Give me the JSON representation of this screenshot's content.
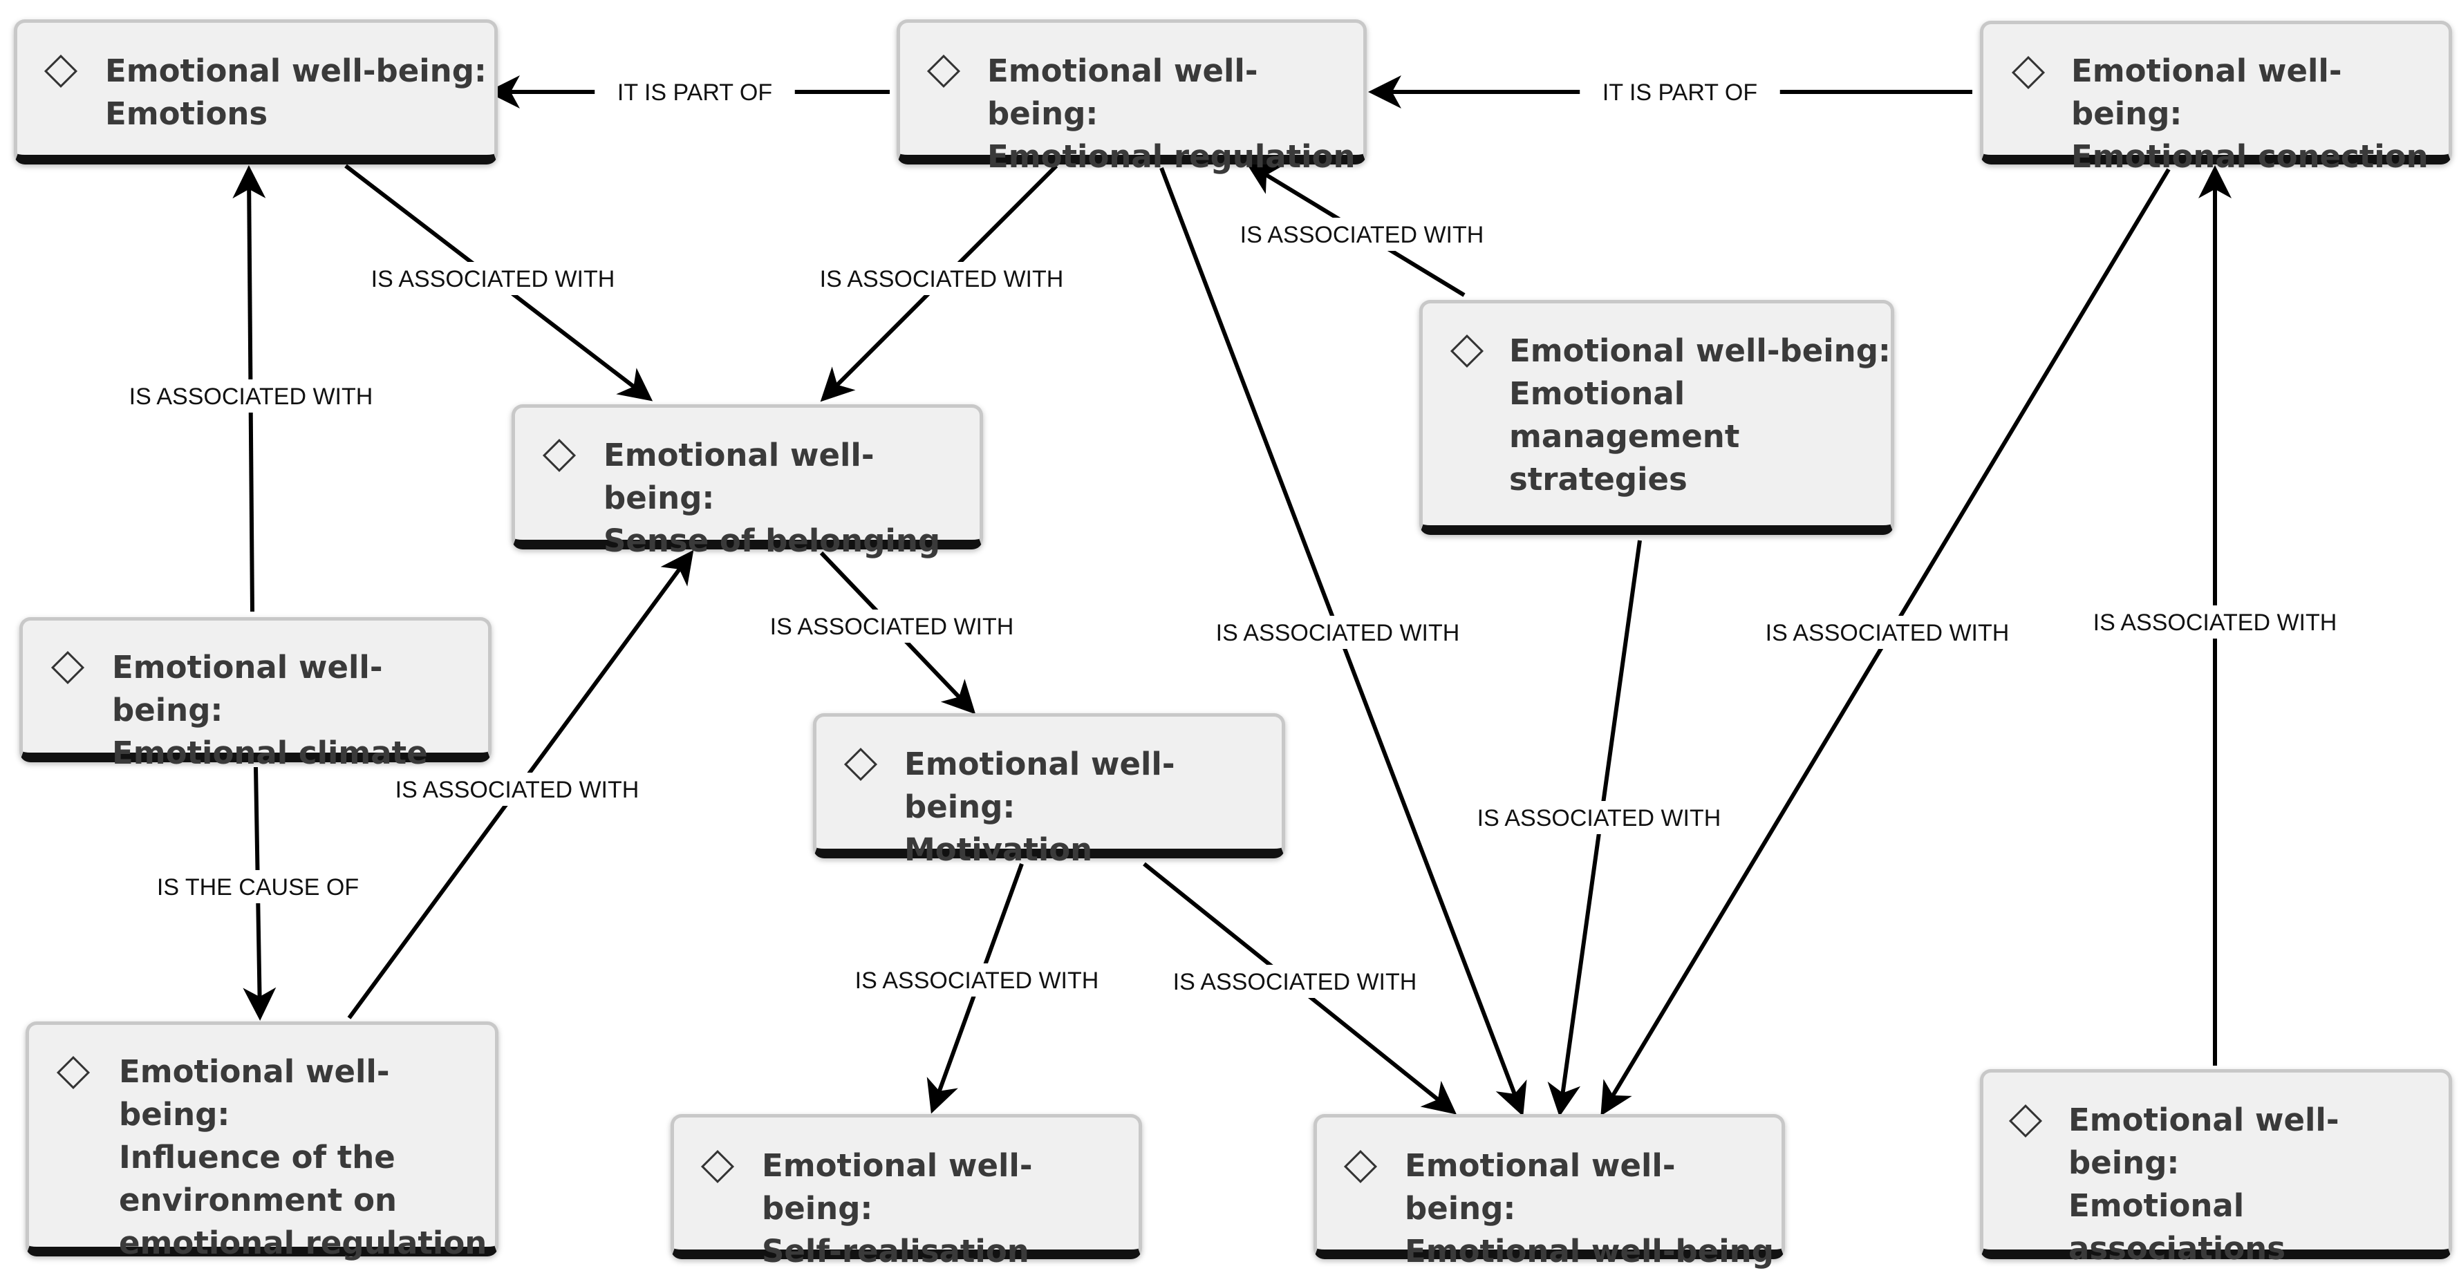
{
  "nodes": [
    {
      "id": "emotions",
      "prefix": "Emotional well-being:",
      "lines": [
        "Emotions"
      ]
    },
    {
      "id": "regulation",
      "prefix": "Emotional well-being:",
      "lines": [
        "Emotional regulation"
      ]
    },
    {
      "id": "conection",
      "prefix": "Emotional well-being:",
      "lines": [
        "Emotional conection"
      ]
    },
    {
      "id": "belonging",
      "prefix": "Emotional well-being:",
      "lines": [
        "Sense of belonging"
      ]
    },
    {
      "id": "strategies",
      "prefix": "Emotional well-being:",
      "lines": [
        "Emotional",
        "management strategies"
      ]
    },
    {
      "id": "climate",
      "prefix": "Emotional well-being:",
      "lines": [
        "Emotional climate"
      ]
    },
    {
      "id": "motivation",
      "prefix": "Emotional well-being:",
      "lines": [
        "Motivation"
      ]
    },
    {
      "id": "influence",
      "prefix": "Emotional well-being:",
      "lines": [
        "Influence of the",
        "environment on",
        "emotional regulation"
      ]
    },
    {
      "id": "selfreal",
      "prefix": "Emotional well-being:",
      "lines": [
        "Self-realisation"
      ]
    },
    {
      "id": "wellbeing",
      "prefix": "Emotional well-being:",
      "lines": [
        "Emotional well-being"
      ]
    },
    {
      "id": "associations",
      "prefix": "Emotional well-being:",
      "lines": [
        "Emotional associations"
      ]
    }
  ],
  "edges": [
    {
      "from": "regulation",
      "to": "emotions",
      "label": "IT IS PART OF"
    },
    {
      "from": "conection",
      "to": "regulation",
      "label": "IT IS PART OF"
    },
    {
      "from": "emotions",
      "to": "belonging",
      "label": "IS ASSOCIATED WITH"
    },
    {
      "from": "regulation",
      "to": "belonging",
      "label": "IS ASSOCIATED WITH"
    },
    {
      "from": "climate",
      "to": "emotions",
      "label": "IS ASSOCIATED WITH"
    },
    {
      "from": "strategies",
      "to": "regulation",
      "label": "IS ASSOCIATED WITH"
    },
    {
      "from": "belonging",
      "to": "motivation",
      "label": "IS ASSOCIATED WITH"
    },
    {
      "from": "regulation",
      "to": "wellbeing",
      "label": "IS ASSOCIATED WITH"
    },
    {
      "from": "conection",
      "to": "wellbeing",
      "label": "IS ASSOCIATED WITH"
    },
    {
      "from": "associations",
      "to": "conection",
      "label": "IS ASSOCIATED WITH"
    },
    {
      "from": "influence",
      "to": "belonging",
      "label": "IS ASSOCIATED WITH"
    },
    {
      "from": "climate",
      "to": "influence",
      "label": "IS THE CAUSE OF"
    },
    {
      "from": "strategies",
      "to": "wellbeing",
      "label": "IS ASSOCIATED WITH"
    },
    {
      "from": "motivation",
      "to": "selfreal",
      "label": "IS ASSOCIATED WITH"
    },
    {
      "from": "motivation",
      "to": "wellbeing",
      "label": "IS ASSOCIATED WITH"
    }
  ]
}
